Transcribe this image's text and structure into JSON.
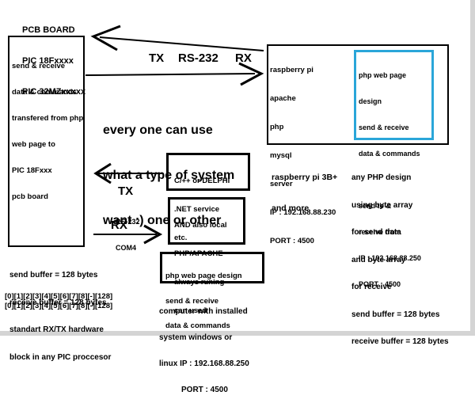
{
  "pcb": {
    "title_lines": [
      "PCB BOARD",
      "PIC 18Fxxxx",
      "PIC 32MZxxxxx"
    ],
    "box_lines": [
      "send & receive",
      "data & commands",
      "transfered from php",
      "web page to",
      "PIC 18Fxxx",
      "pcb board"
    ],
    "buffer_lines": [
      "send buffer = 128 bytes",
      "receive buffer = 128 bytes",
      "standart RX/TX hardware",
      "block in any PIC proccesor",
      "[0][1][2][3][4][5][6][7][8][-][128]",
      "[0][1][2][3][4][5][6][7][8][-][128]"
    ]
  },
  "link_top": {
    "tx": "TX",
    "protocol": "RS-232",
    "rx": "RX"
  },
  "slogan_lines": [
    "every one can use",
    "what a type of system",
    "want :) one or other"
  ],
  "raspberry": {
    "box_lines": [
      "raspberry pi",
      "apache",
      "php",
      "mysql",
      "server",
      "IP : 192.168.88.230",
      "PORT : 4500"
    ],
    "inner_lines": [
      "php web page",
      "design",
      "send & receive",
      "data & commands",
      "",
      "send to &",
      "receive from",
      "IP : 192.168.88.250",
      "PORT : 4500"
    ],
    "caption_lines": [
      "raspberry pi 3B+",
      "and more"
    ]
  },
  "php_note_lines": [
    "any PHP design",
    "using byte array",
    "for send data",
    "and byte array",
    "for receive",
    "send buffer = 128 bytes",
    "receive buffer = 128 bytes"
  ],
  "link_bottom": {
    "tx": "TX",
    "protocol_lines": [
      "RS-232",
      "COM4"
    ],
    "rx": "RX"
  },
  "service_lines": [
    "C/++ or DELPHI",
    ".NET service",
    "etc."
  ],
  "local_lines": [
    "AND also local",
    "PHP/APACHE",
    "always runing",
    "can used"
  ],
  "pc_design_lines": [
    "php web page design",
    "send & receive",
    "data & commands"
  ],
  "pc_caption_lines": [
    "computer with installed",
    "system windows or",
    "linux IP : 192.168.88.250",
    "PORT : 4500"
  ],
  "colors": {
    "inner_box_border": "#2aa6d9",
    "frame_shadow": "#d4d4d4"
  }
}
